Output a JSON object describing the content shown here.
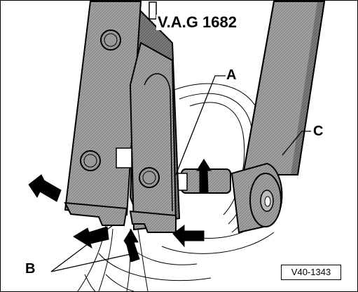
{
  "figure": {
    "tool_label": "V.A.G 1682",
    "callouts": {
      "a": "A",
      "b": "B",
      "c": "C"
    },
    "figure_id": "V40-1343"
  },
  "colors": {
    "ink": "#000000",
    "tool_fill": "#9a9a9a",
    "tool_shadow": "#6f6f6f",
    "background": "#ffffff"
  },
  "icons": {
    "pressure_arrows": "black-arrow-icon"
  }
}
